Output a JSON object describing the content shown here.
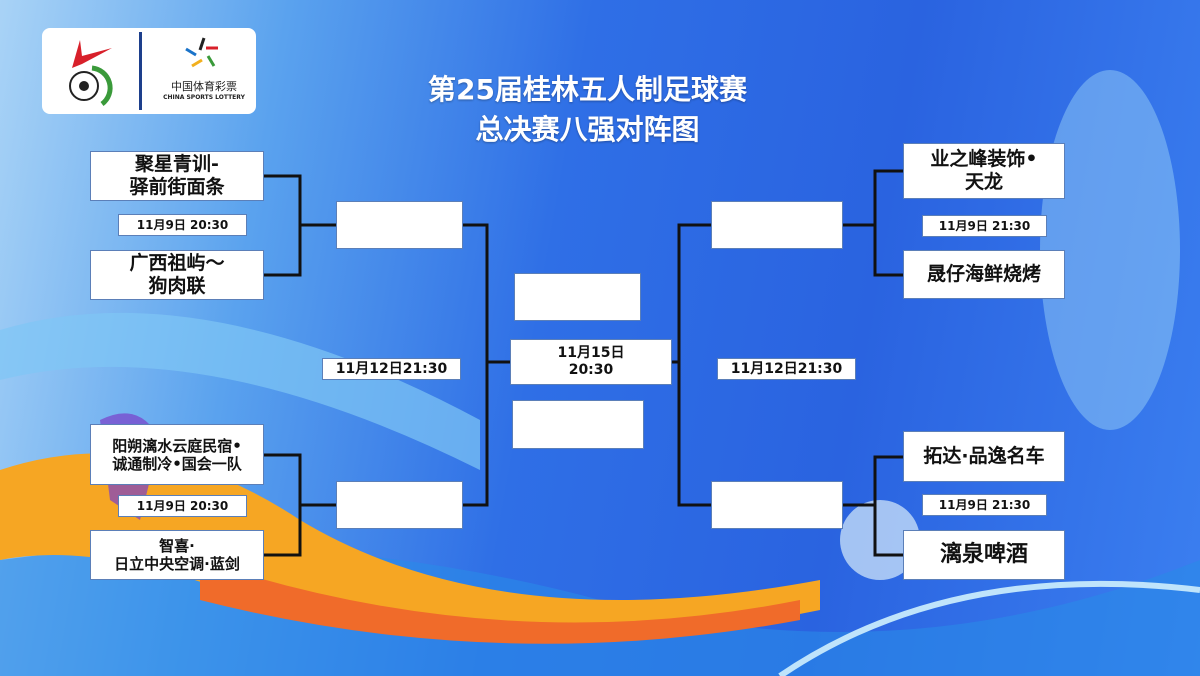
{
  "title": {
    "line1": "第25届桂林五人制足球赛",
    "line2": "总决赛八强对阵图"
  },
  "logo": {
    "left_emblem": "Guilin football emblem",
    "sponsor_cn": "中国体育彩票",
    "sponsor_en": "CHINA SPORTS LOTTERY"
  },
  "left": {
    "top": {
      "team1": "聚星青训-\n驿前街面条",
      "date": "11月9日 20:30",
      "team2": "广西祖屿～\n狗肉联"
    },
    "bottom": {
      "team1": "阳朔漓水云庭民宿•\n诚通制冷•国会一队",
      "date": "11月9日 20:30",
      "team2": "智喜·\n日立中央空调·蓝剑"
    },
    "semi_date": "11月12日21:30"
  },
  "right": {
    "top": {
      "team1": "业之峰装饰•\n天龙",
      "date": "11月9日 21:30",
      "team2": "晟仔海鲜烧烤"
    },
    "bottom": {
      "team1": "拓达·品逸名车",
      "date": "11月9日 21:30",
      "team2": "漓泉啤酒"
    },
    "semi_date": "11月12日21:30"
  },
  "final": {
    "date": "11月15日\n20:30"
  }
}
